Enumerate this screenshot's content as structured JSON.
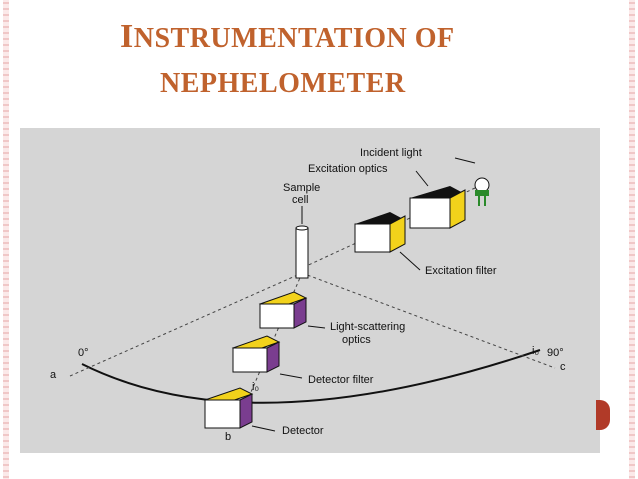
{
  "title": {
    "line1_initial": "I",
    "line1_rest": "NSTRUMENTATION OF",
    "line2": "NEPHELOMETER"
  },
  "diagram": {
    "labels": {
      "incident_light": "Incident light",
      "excitation_optics": "Excitation optics",
      "sample_cell_line1": "Sample",
      "sample_cell_line2": "cell",
      "excitation_filter": "Excitation filter",
      "light_scattering_line1": "Light-scattering",
      "light_scattering_line2": "optics",
      "detector_filter": "Detector filter",
      "detector": "Detector",
      "angle_0": "0°",
      "angle_90": "90°",
      "point_a": "a",
      "point_b": "b",
      "point_c": "c",
      "io_bottom": "i₀",
      "io_right": "i₀"
    }
  },
  "colors": {
    "title": "#c0622d",
    "panel": "#d5d5d5",
    "filter_yellow": "#f2d21b",
    "detector_purple": "#7a3d8f",
    "lamp_green": "#2b8a2b",
    "accent": "#b13a28"
  }
}
